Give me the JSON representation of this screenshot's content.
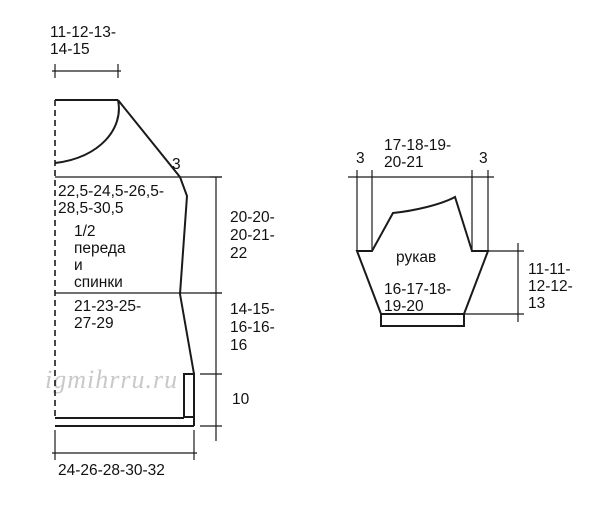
{
  "body": {
    "neck_width_line1": "11-12-13-",
    "neck_width_line2": "14-15",
    "shoulder": "3",
    "chest_width_line1": "22,5-24,5-26,5-",
    "chest_width_line2": "28,5-30,5",
    "piece_label_line1": "1/2",
    "piece_label_line2": "переда",
    "piece_label_line3": "и",
    "piece_label_line4": "спинки",
    "waist_width_line1": "21-23-25-",
    "waist_width_line2": "27-29",
    "armhole_height_line1": "20-20-",
    "armhole_height_line2": "20-21-",
    "armhole_height_line3": "22",
    "side_height_line1": "14-15-",
    "side_height_line2": "16-16-",
    "side_height_line3": "16",
    "rib_height": "10",
    "hem_width": "24-26-28-30-32"
  },
  "sleeve": {
    "side_left": "3",
    "side_right": "3",
    "top_width_line1": "17-18-19-",
    "top_width_line2": "20-21",
    "label": "рукав",
    "bottom_width_line1": "16-17-18-",
    "bottom_width_line2": "19-20",
    "height_line1": "11-11-",
    "height_line2": "12-12-",
    "height_line3": "13"
  },
  "watermark": "igmihrru.ru"
}
